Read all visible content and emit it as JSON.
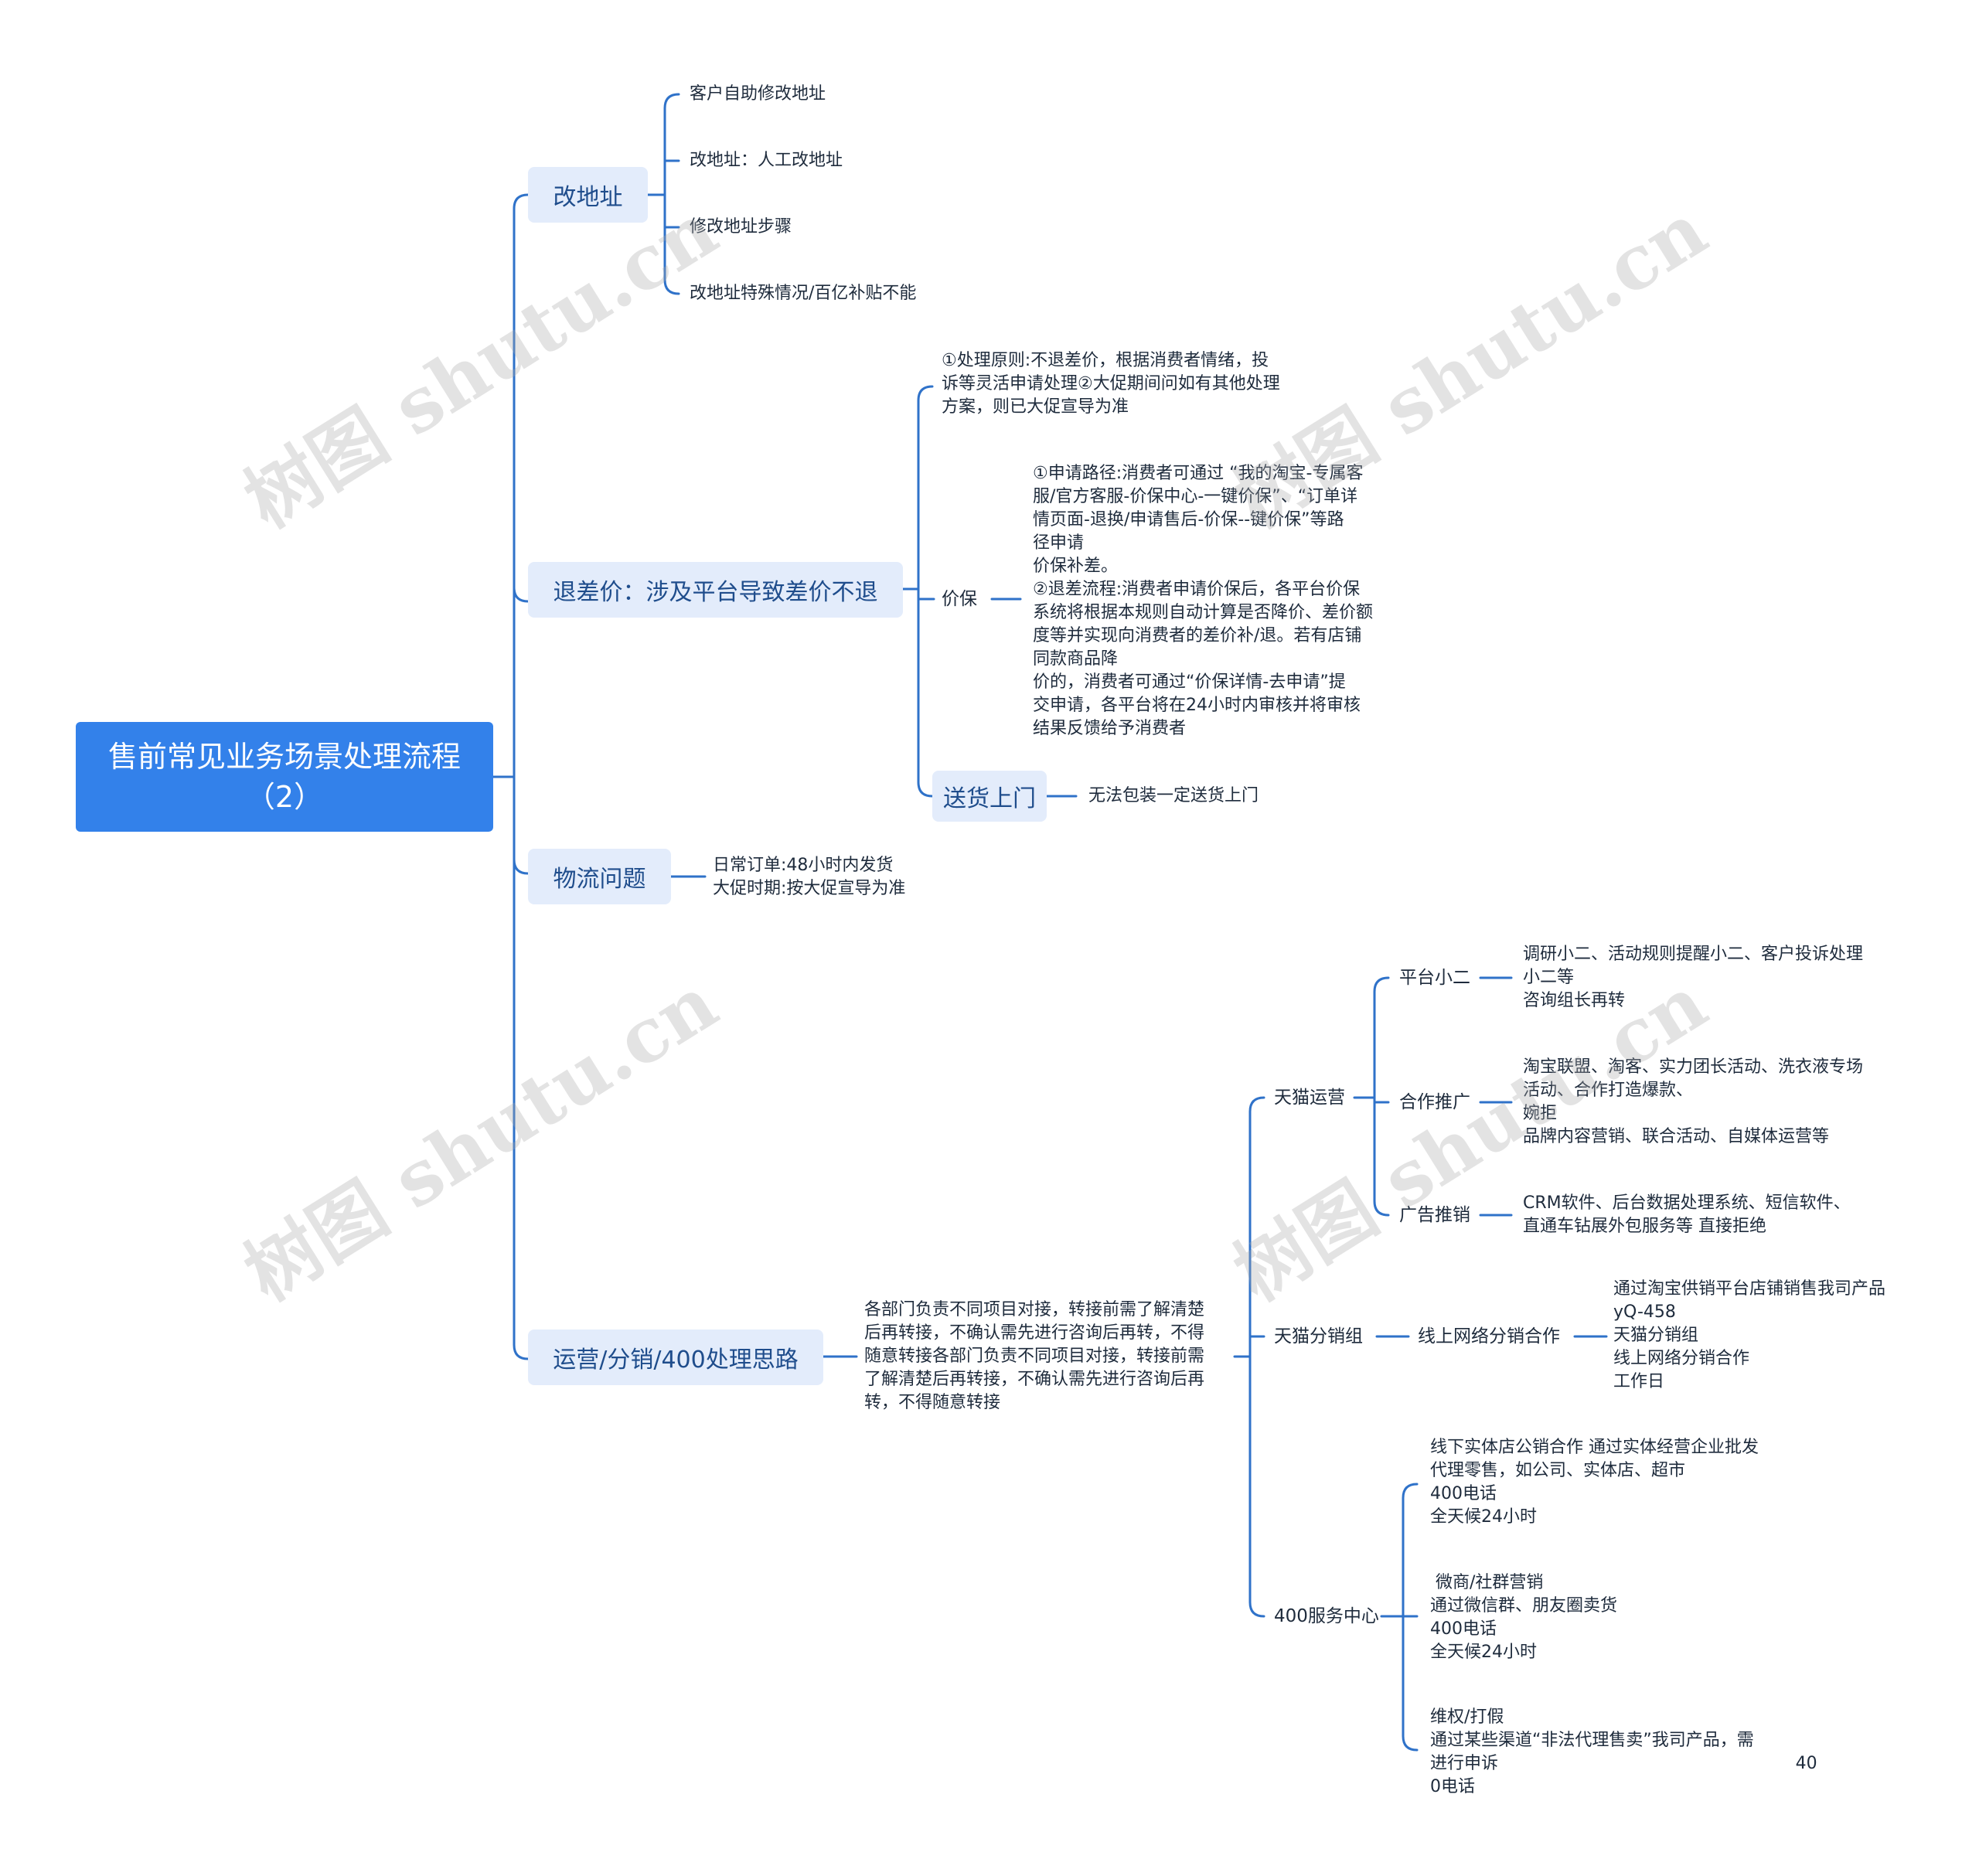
{
  "root": {
    "title": "售前常见业务场景处理流程（2）"
  },
  "branches": {
    "address": {
      "label": "改地址",
      "items": [
        "客户自助修改地址",
        "改地址：人工改地址",
        "修改地址步骤",
        "改地址特殊情况/百亿补贴不能"
      ]
    },
    "refund": {
      "label": "退差价：涉及平台导致差价不退",
      "principle": "①处理原则:不退差价，根据消费者情绪，投\n诉等灵活申请处理②大促期间问如有其他处理\n方案，则已大促宣导为准",
      "price_protect": {
        "label": "价保",
        "text": "①申请路径:消费者可通过 “我的淘宝-专属客\n服/官方客服-价保中心-一键价保”、“订单详\n情页面-退换/申请售后-价保--键价保”等路\n径申请\n价保补差。\n②退差流程:消费者申请价保后，各平台价保\n系统将根据本规则自动计算是否降价、差价额\n度等并实现向消费者的差价补/退。若有店铺\n同款商品降\n价的，消费者可通过“价保详情-去申请”提\n交申请，各平台将在24小时内审核并将审核\n结果反馈给予消费者"
      },
      "delivery": {
        "label": "送货上门",
        "text": "无法包装一定送货上门"
      }
    },
    "logistics": {
      "label": "物流问题",
      "text": "日常订单:48小时内发货\n大促时期:按大促宣导为准"
    },
    "operations": {
      "label": "运营/分销/400处理思路",
      "text": "各部门负责不同项目对接，转接前需了解清楚\n后再转接，不确认需先进行咨询后再转，不得\n随意转接各部门负责不同项目对接，转接前需\n了解清楚后再转接，不确认需先进行咨询后再\n转，不得随意转接",
      "tmall_ops": {
        "label": "天猫运营",
        "platform": {
          "label": "平台小二",
          "text": "调研小二、活动规则提醒小二、客户投诉处理\n小二等\n咨询组长再转"
        },
        "coop": {
          "label": "合作推广",
          "text": "淘宝联盟、淘客、实力团长活动、洗衣液专场\n活动、合作打造爆款、\n婉拒\n品牌内容营销、联合活动、自媒体运营等"
        },
        "ads": {
          "label": "广告推销",
          "text": "CRM软件、后台数据处理系统、短信软件、\n直通车钻展外包服务等 直接拒绝"
        }
      },
      "tmall_dist": {
        "label": "天猫分销组",
        "online": {
          "label": "线上网络分销合作",
          "text": "通过淘宝供销平台店铺销售我司产品\nyQ-458\n天猫分销组\n线上网络分销合作\n工作日"
        }
      },
      "service400": {
        "label": "400服务中心",
        "items": [
          "线下实体店公销合作 通过实体经营企业批发\n代理零售，如公司、实体店、超市\n400电话\n全天候24小时",
          " 微商/社群营销\n通过微信群、朋友圈卖货\n400电话\n全天候24小时",
          "维权/打假\n通过某些渠道“非法代理售卖”我司产品，需\n进行申诉                                                       40\n0电话"
        ]
      }
    }
  },
  "watermark": "树图 shutu.cn",
  "colors": {
    "line": "#2f72c9",
    "root_bg": "#3381ea",
    "node_bg": "#e3ecfb",
    "node_text": "#1f4d8c"
  }
}
